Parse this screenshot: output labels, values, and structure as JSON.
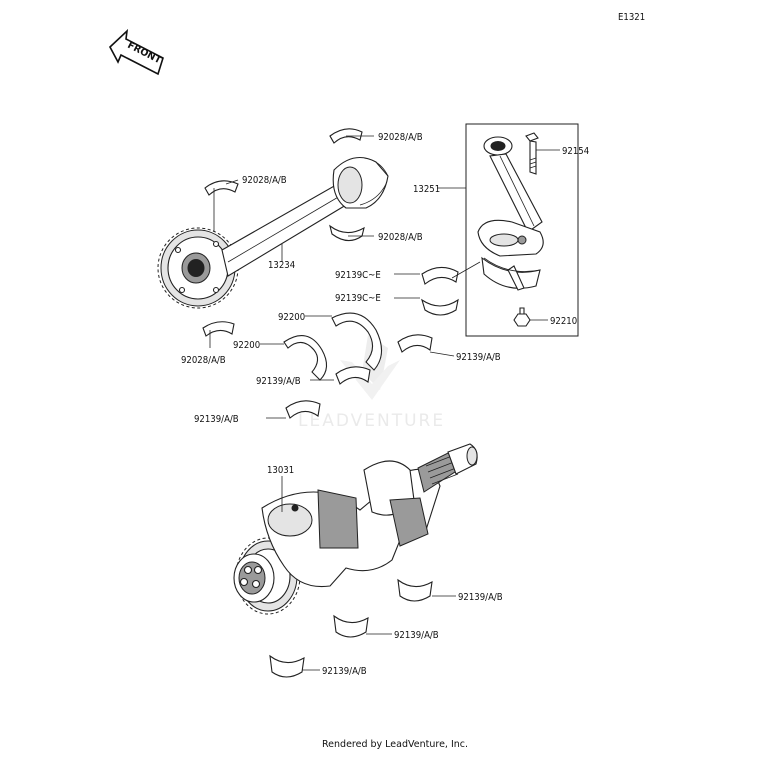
{
  "diagram_code": "E1321",
  "front_label": "FRONT",
  "watermark": "LEADVENTURE",
  "footer": "Rendered by LeadVenture, Inc.",
  "parts": {
    "bearing_balancer_top": "92028/A/B",
    "bearing_balancer_left": "92028/A/B",
    "bearing_balancer_right": "92028/A/B",
    "bearing_balancer_lower": "92028/A/B",
    "balancer_shaft": "13234",
    "connecting_rod": "13251",
    "rod_bolt": "92154",
    "rod_nut": "92210",
    "rod_bearing_upper": "92139C~E",
    "rod_bearing_lower": "92139C~E",
    "thrust_washer_upper": "92200",
    "thrust_washer_lower": "92200",
    "main_bearing_1": "92139/A/B",
    "main_bearing_2": "92139/A/B",
    "main_bearing_3": "92139/A/B",
    "crankshaft": "13031",
    "main_bearing_4": "92139/A/B",
    "main_bearing_5": "92139/A/B",
    "main_bearing_6": "92139/A/B"
  }
}
